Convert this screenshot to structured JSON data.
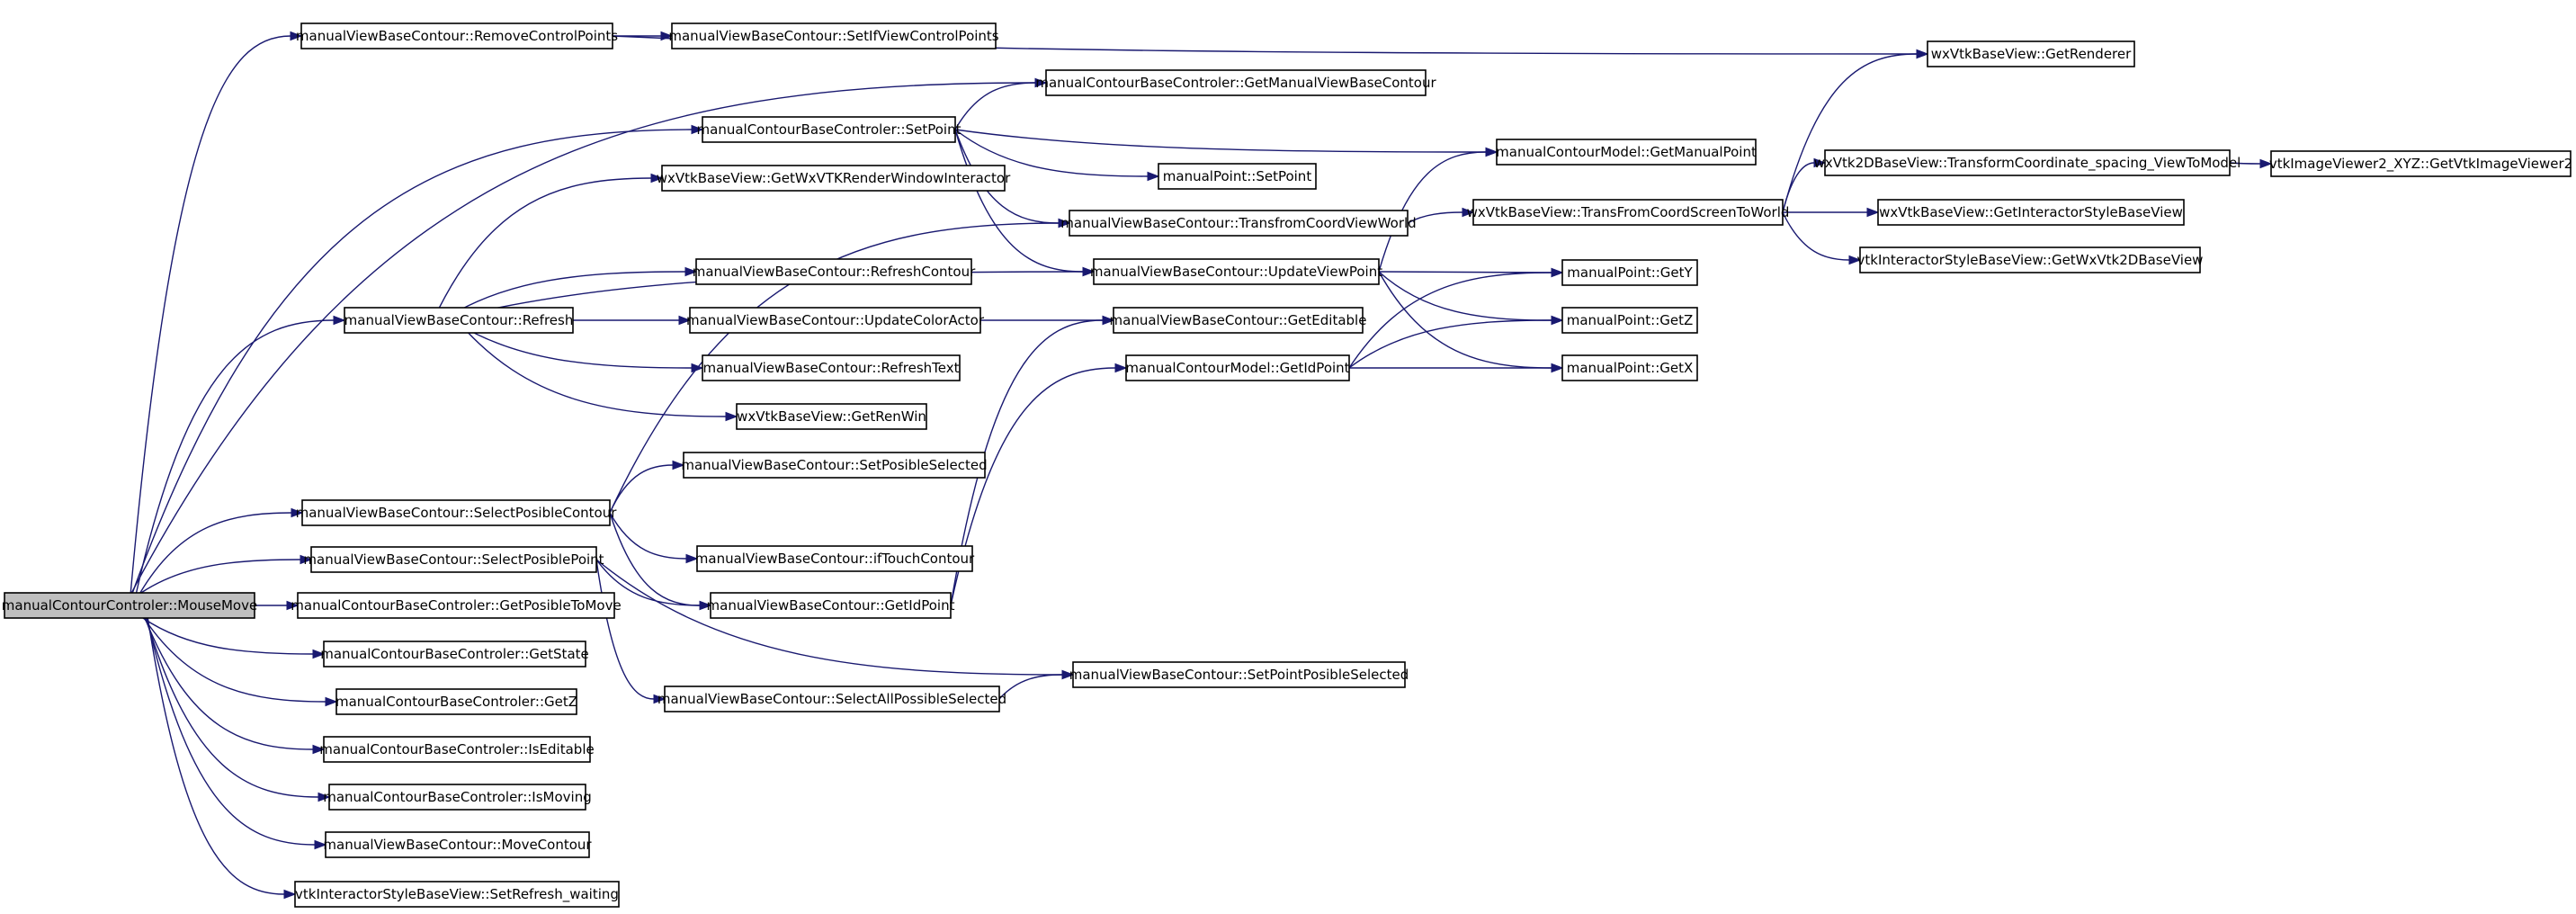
{
  "colors": {
    "edge": "#191970",
    "node_border": "#000000",
    "root_fill": "#bfbfbf",
    "node_fill": "#ffffff"
  },
  "nodes": [
    {
      "id": "root",
      "label": "manualContourControler::MouseMove",
      "root": true
    },
    {
      "id": "removeCP",
      "label": "manualViewBaseContour::RemoveControlPoints"
    },
    {
      "id": "setIfViewCP",
      "label": "manualViewBaseContour::SetIfViewControlPoints"
    },
    {
      "id": "getRenderer",
      "label": "wxVtkBaseView::GetRenderer"
    },
    {
      "id": "getManualVBC",
      "label": "manualContourBaseControler::GetManualViewBaseContour"
    },
    {
      "id": "setPointCtrl",
      "label": "manualContourBaseControler::SetPoint"
    },
    {
      "id": "getManualPoint",
      "label": "manualContourModel::GetManualPoint"
    },
    {
      "id": "mpSetPoint",
      "label": "manualPoint::SetPoint"
    },
    {
      "id": "getWxVTK",
      "label": "wxVtkBaseView::GetWxVTKRenderWindowInteractor"
    },
    {
      "id": "transCVW",
      "label": "manualViewBaseContour::TransfromCoordViewWorld"
    },
    {
      "id": "transSTW",
      "label": "wxVtkBaseView::TransFromCoordScreenToWorld"
    },
    {
      "id": "transCS",
      "label": "wxVtk2DBaseView::TransformCoordinate_spacing_ViewToModel"
    },
    {
      "id": "getVtkIV2",
      "label": "vtkImageViewer2_XYZ::GetVtkImageViewer2"
    },
    {
      "id": "getISBV",
      "label": "wxVtkBaseView::GetInteractorStyleBaseView"
    },
    {
      "id": "getWx2D",
      "label": "vtkInteractorStyleBaseView::GetWxVtk2DBaseView"
    },
    {
      "id": "refreshContour",
      "label": "manualViewBaseContour::RefreshContour"
    },
    {
      "id": "updateViewPoint",
      "label": "manualViewBaseContour::UpdateViewPoint"
    },
    {
      "id": "getY",
      "label": "manualPoint::GetY"
    },
    {
      "id": "refresh",
      "label": "manualViewBaseContour::Refresh"
    },
    {
      "id": "updateColor",
      "label": "manualViewBaseContour::UpdateColorActor"
    },
    {
      "id": "getEditable",
      "label": "manualViewBaseContour::GetEditable"
    },
    {
      "id": "getZ",
      "label": "manualPoint::GetZ"
    },
    {
      "id": "refreshText",
      "label": "manualViewBaseContour::RefreshText"
    },
    {
      "id": "getIdPointModel",
      "label": "manualContourModel::GetIdPoint"
    },
    {
      "id": "getX",
      "label": "manualPoint::GetX"
    },
    {
      "id": "getRenWin",
      "label": "wxVtkBaseView::GetRenWin"
    },
    {
      "id": "setPosSel",
      "label": "manualViewBaseContour::SetPosibleSelected"
    },
    {
      "id": "selPosContour",
      "label": "manualViewBaseContour::SelectPosibleContour"
    },
    {
      "id": "ifTouch",
      "label": "manualViewBaseContour::ifTouchContour"
    },
    {
      "id": "selPosPoint",
      "label": "manualViewBaseContour::SelectPosiblePoint"
    },
    {
      "id": "getPosToMove",
      "label": "manualContourBaseControler::GetPosibleToMove"
    },
    {
      "id": "getIdPointView",
      "label": "manualViewBaseContour::GetIdPoint"
    },
    {
      "id": "getState",
      "label": "manualContourBaseControler::GetState"
    },
    {
      "id": "setPointPosSel",
      "label": "manualViewBaseContour::SetPointPosibleSelected"
    },
    {
      "id": "getZCtrl",
      "label": "manualContourBaseControler::GetZ"
    },
    {
      "id": "selAllPos",
      "label": "manualViewBaseContour::SelectAllPossibleSelected"
    },
    {
      "id": "isEditable",
      "label": "manualContourBaseControler::IsEditable"
    },
    {
      "id": "isMoving",
      "label": "manualContourBaseControler::IsMoving"
    },
    {
      "id": "moveContour",
      "label": "manualViewBaseContour::MoveContour"
    },
    {
      "id": "setRefreshWaiting",
      "label": "vtkInteractorStyleBaseView::SetRefresh_waiting"
    }
  ],
  "edges": [
    [
      "root",
      "removeCP"
    ],
    [
      "root",
      "getManualVBC"
    ],
    [
      "root",
      "setPointCtrl"
    ],
    [
      "root",
      "refresh"
    ],
    [
      "root",
      "selPosContour"
    ],
    [
      "root",
      "selPosPoint"
    ],
    [
      "root",
      "getPosToMove"
    ],
    [
      "root",
      "getState"
    ],
    [
      "root",
      "getZCtrl"
    ],
    [
      "root",
      "isEditable"
    ],
    [
      "root",
      "isMoving"
    ],
    [
      "root",
      "moveContour"
    ],
    [
      "root",
      "setRefreshWaiting"
    ],
    [
      "removeCP",
      "setIfViewCP"
    ],
    [
      "removeCP",
      "getRenderer"
    ],
    [
      "setPointCtrl",
      "getManualVBC"
    ],
    [
      "setPointCtrl",
      "getManualPoint"
    ],
    [
      "setPointCtrl",
      "mpSetPoint"
    ],
    [
      "setPointCtrl",
      "transCVW"
    ],
    [
      "setPointCtrl",
      "updateViewPoint"
    ],
    [
      "transCVW",
      "transSTW"
    ],
    [
      "transSTW",
      "getRenderer"
    ],
    [
      "transSTW",
      "transCS"
    ],
    [
      "transSTW",
      "getISBV"
    ],
    [
      "transSTW",
      "getWx2D"
    ],
    [
      "transCS",
      "getVtkIV2"
    ],
    [
      "refresh",
      "getWxVTK"
    ],
    [
      "refresh",
      "updateViewPoint"
    ],
    [
      "refresh",
      "refreshContour"
    ],
    [
      "refresh",
      "updateColor"
    ],
    [
      "refresh",
      "refreshText"
    ],
    [
      "refresh",
      "getRenWin"
    ],
    [
      "updateViewPoint",
      "getManualPoint"
    ],
    [
      "updateViewPoint",
      "getY"
    ],
    [
      "updateViewPoint",
      "getZ"
    ],
    [
      "updateViewPoint",
      "getX"
    ],
    [
      "updateColor",
      "getEditable"
    ],
    [
      "getIdPointModel",
      "getY"
    ],
    [
      "getIdPointModel",
      "getZ"
    ],
    [
      "getIdPointModel",
      "getX"
    ],
    [
      "selPosContour",
      "setPosSel"
    ],
    [
      "selPosContour",
      "transCVW"
    ],
    [
      "selPosContour",
      "ifTouch"
    ],
    [
      "selPosContour",
      "getIdPointView"
    ],
    [
      "selPosPoint",
      "getIdPointView"
    ],
    [
      "selPosPoint",
      "setPointPosSel"
    ],
    [
      "selPosPoint",
      "selAllPos"
    ],
    [
      "selAllPos",
      "setPointPosSel"
    ],
    [
      "getIdPointView",
      "getEditable"
    ],
    [
      "getIdPointView",
      "getIdPointModel"
    ]
  ]
}
